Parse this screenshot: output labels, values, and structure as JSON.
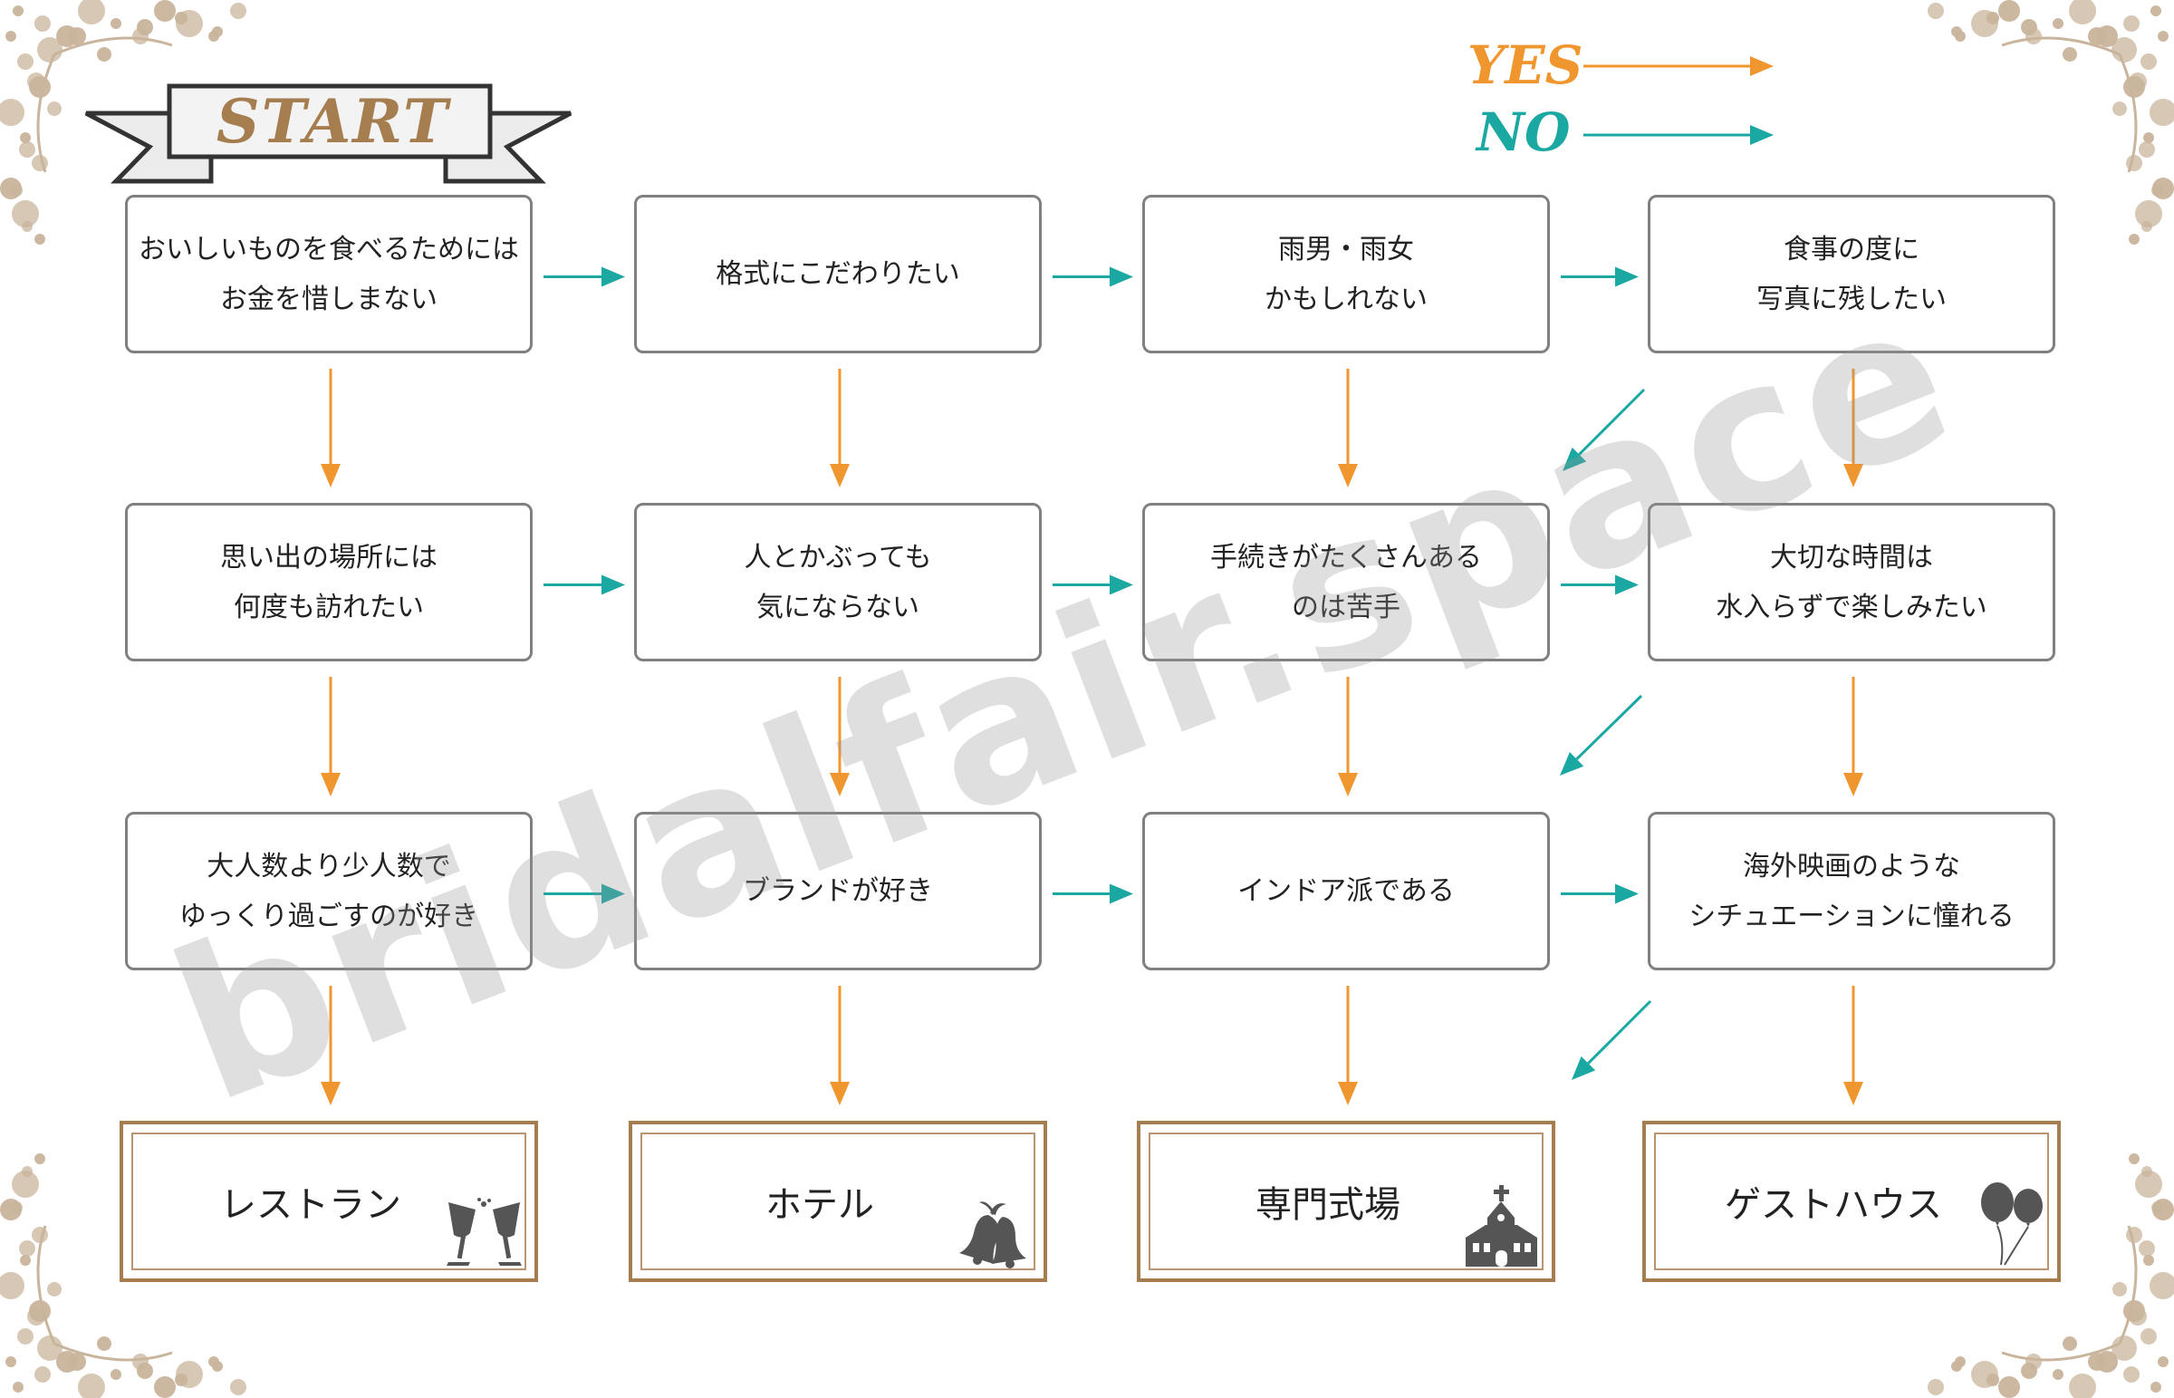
{
  "start": {
    "label": "START"
  },
  "legend": {
    "yes": {
      "label": "YES",
      "color": "#f0962e"
    },
    "no": {
      "label": "NO",
      "color": "#1ba8a3"
    }
  },
  "questions": [
    {
      "id": "q1",
      "lines": [
        "おいしいものを食べるためには",
        "お金を惜しまない"
      ]
    },
    {
      "id": "q2",
      "lines": [
        "格式にこだわりたい"
      ]
    },
    {
      "id": "q3",
      "lines": [
        "雨男・雨女",
        "かもしれない"
      ]
    },
    {
      "id": "q4",
      "lines": [
        "食事の度に",
        "写真に残したい"
      ]
    },
    {
      "id": "q5",
      "lines": [
        "思い出の場所には",
        "何度も訪れたい"
      ]
    },
    {
      "id": "q6",
      "lines": [
        "人とかぶっても",
        "気にならない"
      ]
    },
    {
      "id": "q7",
      "lines": [
        "手続きがたくさんある",
        "のは苦手"
      ]
    },
    {
      "id": "q8",
      "lines": [
        "大切な時間は",
        "水入らずで楽しみたい"
      ]
    },
    {
      "id": "q9",
      "lines": [
        "大人数より少人数で",
        "ゆっくり過ごすのが好き"
      ]
    },
    {
      "id": "q10",
      "lines": [
        "ブランドが好き"
      ]
    },
    {
      "id": "q11",
      "lines": [
        "インドア派である"
      ]
    },
    {
      "id": "q12",
      "lines": [
        "海外映画のような",
        "シチュエーションに憧れる"
      ]
    }
  ],
  "results": [
    {
      "id": "restaurant",
      "label": "レストラン",
      "icon": "champagne-glasses-icon"
    },
    {
      "id": "hotel",
      "label": "ホテル",
      "icon": "wedding-bells-icon"
    },
    {
      "id": "venue",
      "label": "専門式場",
      "icon": "chapel-icon"
    },
    {
      "id": "guesthouse",
      "label": "ゲストハウス",
      "icon": "balloons-icon"
    }
  ],
  "watermark": "bridalfair.space",
  "colors": {
    "box_border": "#808080",
    "result_border": "#a57d4f",
    "ornament": "#c9b49c",
    "icon": "#555555"
  }
}
